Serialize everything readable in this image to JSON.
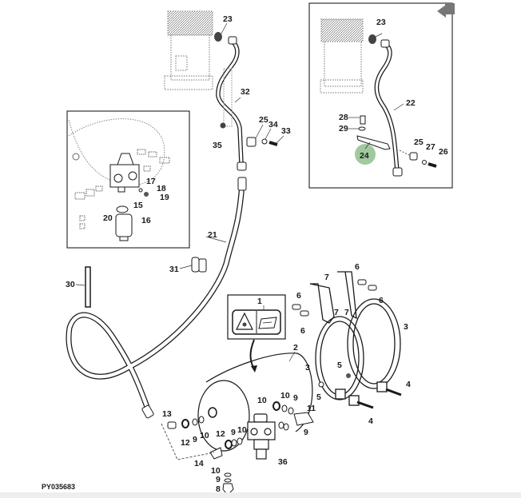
{
  "figure": {
    "id_label": "PY035683",
    "type": "exploded-parts-diagram",
    "highlighted_callout": "24",
    "highlight_color": "#8fbf8f"
  },
  "callouts": {
    "c1": "1",
    "c2": "2",
    "c3a": "3",
    "c3b": "3",
    "c4a": "4",
    "c4b": "4",
    "c5a": "5",
    "c5b": "5",
    "c6a": "6",
    "c6b": "6",
    "c6c": "6",
    "c6d": "6",
    "c7a": "7",
    "c7b": "7",
    "c7c": "7",
    "c8": "8",
    "c9a": "9",
    "c9b": "9",
    "c9c": "9",
    "c9d": "9",
    "c9e": "9",
    "c9f": "9",
    "c10a": "10",
    "c10b": "10",
    "c10c": "10",
    "c10d": "10",
    "c10e": "10",
    "c11": "11",
    "c12a": "12",
    "c12b": "12",
    "c13": "13",
    "c14": "14",
    "c15": "15",
    "c16": "16",
    "c17": "17",
    "c18": "18",
    "c19": "19",
    "c20": "20",
    "c21": "21",
    "c22": "22",
    "c23a": "23",
    "c23b": "23",
    "c24": "24",
    "c25a": "25",
    "c25b": "25",
    "c26": "26",
    "c27": "27",
    "c28": "28",
    "c29": "29",
    "c30": "30",
    "c31": "31",
    "c32": "32",
    "c33": "33",
    "c34": "34",
    "c35": "35",
    "c36": "36"
  },
  "icons": {
    "warning_decal": "explosion-warning-icon",
    "manual_decal": "operator-manual-icon",
    "corner_marker": "page-corner-arrow-icon"
  }
}
